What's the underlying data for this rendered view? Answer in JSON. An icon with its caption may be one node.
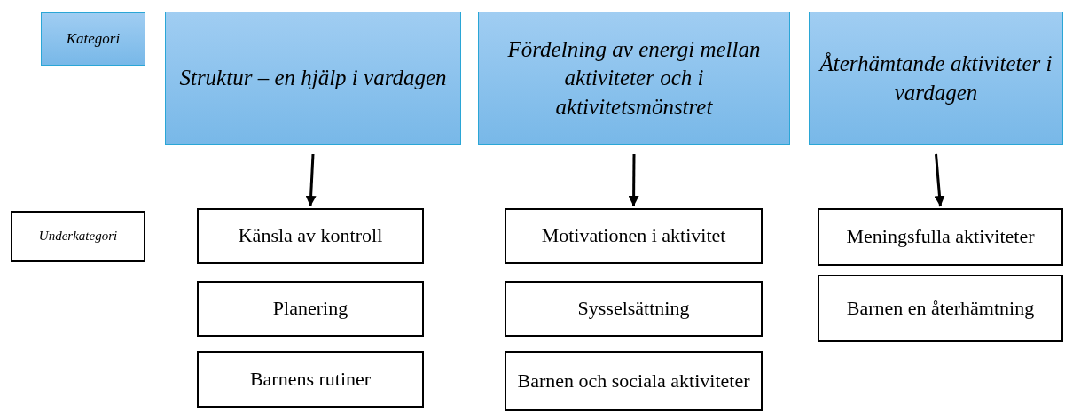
{
  "diagram": {
    "nodes": [
      {
        "text": [
          "Kategori"
        ]
      },
      {
        "text": [
          "Underkategori"
        ]
      },
      {
        "text": [
          "Struktur – en hjälp i vardagen"
        ]
      },
      {
        "text": [
          "Fördelning av energi mellan aktiviteter och i aktivitetsmönstret"
        ]
      },
      {
        "text": [
          "Återhämtande aktiviteter i vardagen"
        ]
      },
      {
        "text": [
          "Känsla av kontroll"
        ]
      },
      {
        "text": [
          "Planering"
        ]
      },
      {
        "text": [
          "Barnens rutiner"
        ]
      },
      {
        "text": [
          "Motivationen i aktivitet"
        ]
      },
      {
        "text": [
          "Sysselsättning"
        ]
      },
      {
        "text": [
          "Barnen och sociala aktiviteter"
        ]
      },
      {
        "text": [
          "Meningsfulla aktiviteter"
        ]
      },
      {
        "text": [
          "Barnen en återhämtning"
        ]
      }
    ],
    "edges": [
      {
        "from": 2,
        "to": 5,
        "arrow": "to"
      },
      {
        "from": 3,
        "to": 8,
        "arrow": "to"
      },
      {
        "from": 4,
        "to": 11,
        "arrow": "to"
      }
    ]
  }
}
